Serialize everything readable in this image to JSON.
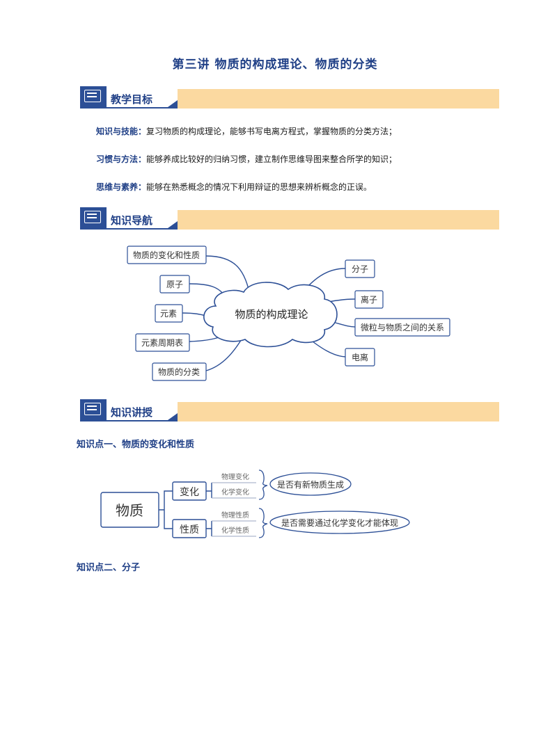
{
  "title": "第三讲 物质的构成理论、物质的分类",
  "sections": {
    "goals": "教学目标",
    "nav": "知识导航",
    "teach": "知识讲授"
  },
  "goals": [
    {
      "label": "知识与技能：",
      "text": "复习物质的构成理论，能够书写电离方程式，掌握物质的分类方法；"
    },
    {
      "label": "习惯与方法：",
      "text": "能够养成比较好的归纳习惯，建立制作思维导图来整合所学的知识；"
    },
    {
      "label": "思维与素养：",
      "text": "能够在熟悉概念的情况下利用辩证的思想来辨析概念的正误。"
    }
  ],
  "mindmap": {
    "center": "物质的构成理论",
    "left": [
      "物质的变化和性质",
      "原子",
      "元素",
      "元素周期表",
      "物质的分类"
    ],
    "right": [
      "分子",
      "离子",
      "微粒与物质之间的关系",
      "电离"
    ]
  },
  "kp1": {
    "heading": "知识点一、物质的变化和性质",
    "root": "物质",
    "branch1": {
      "label": "变化",
      "items": [
        "物理变化",
        "化学变化"
      ],
      "note": "是否有新物质生成"
    },
    "branch2": {
      "label": "性质",
      "items": [
        "物理性质",
        "化学性质"
      ],
      "note": "是否需要通过化学变化才能体现"
    }
  },
  "kp2": {
    "heading": "知识点二、分子"
  }
}
